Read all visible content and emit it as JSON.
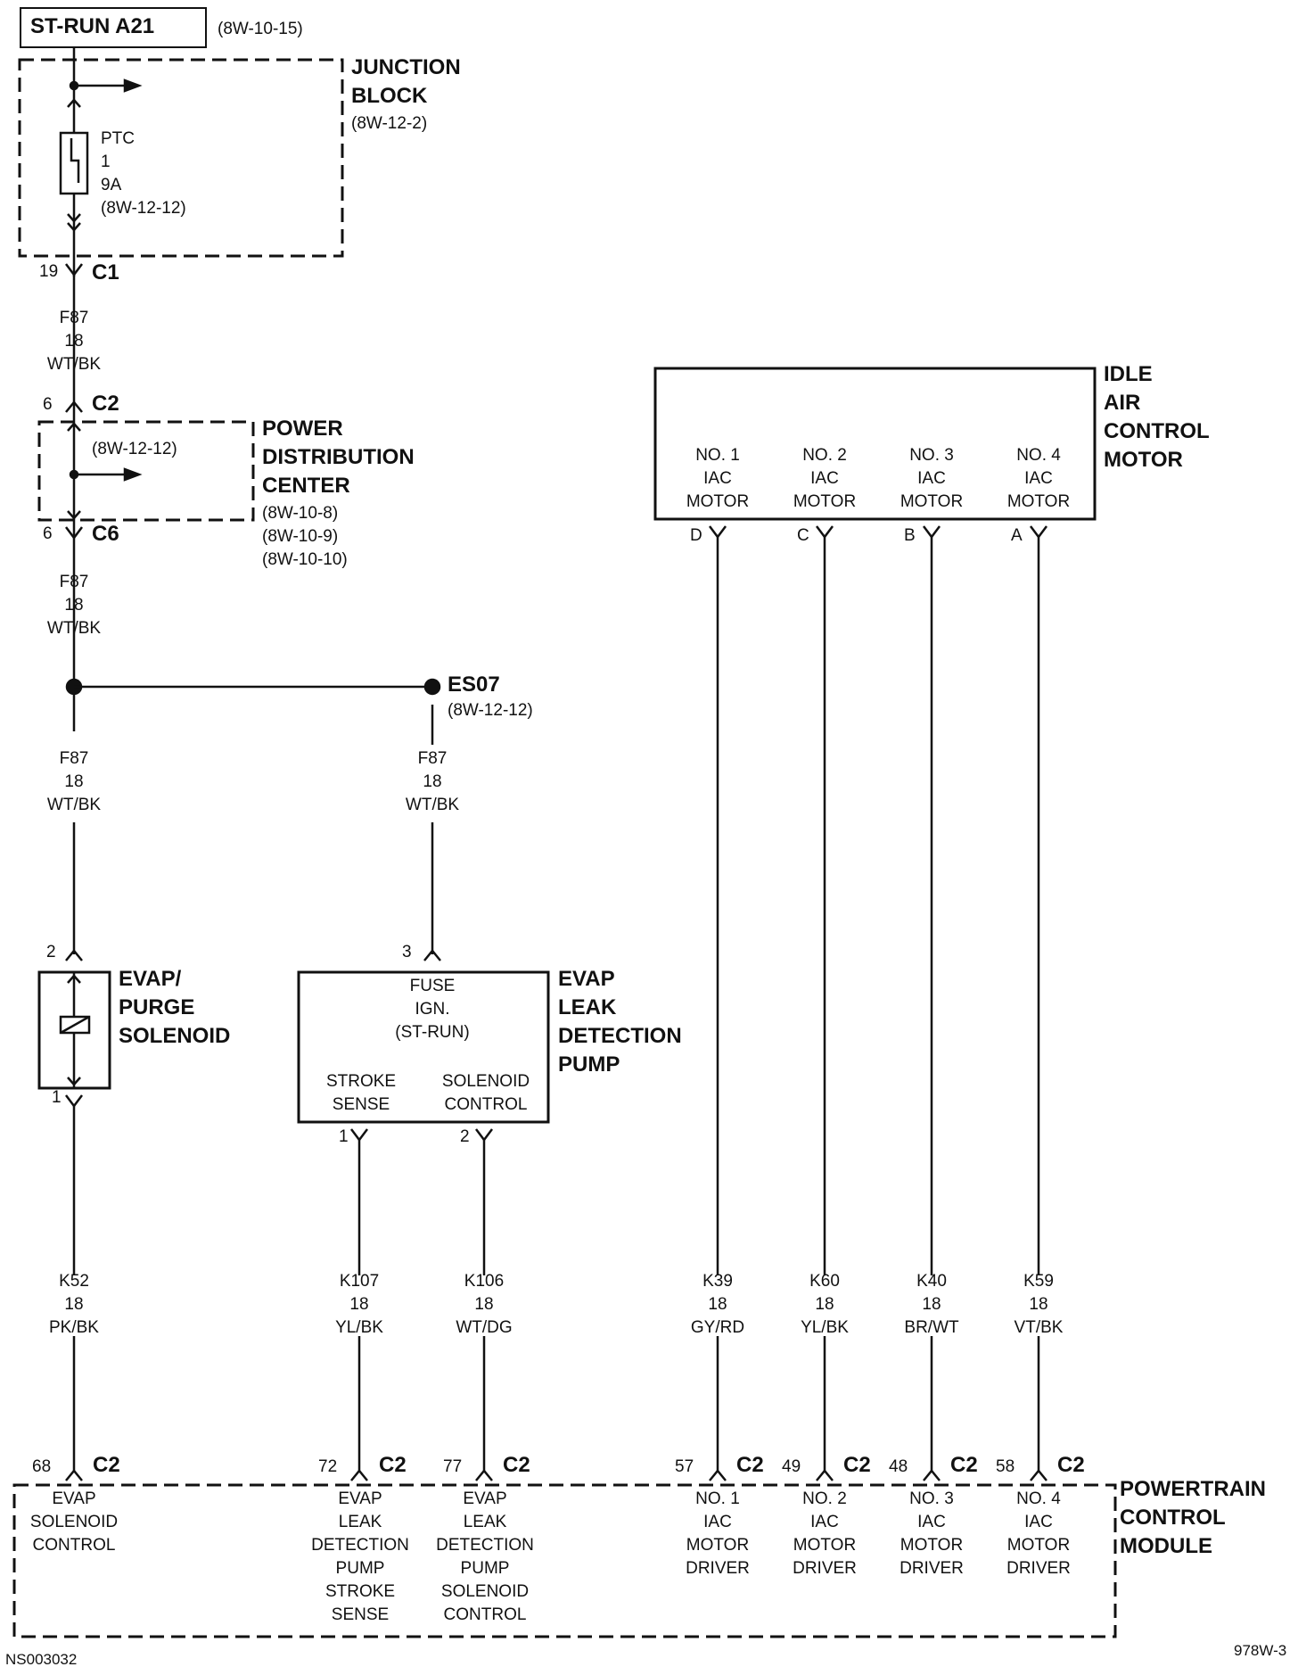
{
  "source": {
    "name": "ST-RUN A21",
    "ref": "(8W-10-15)"
  },
  "junction_block": {
    "title": [
      "JUNCTION",
      "BLOCK"
    ],
    "ref": "(8W-12-2)",
    "ptc": [
      "PTC",
      "1",
      "9A",
      "(8W-12-12)"
    ]
  },
  "c1": {
    "pin": "19",
    "name": "C1"
  },
  "wire_f87": {
    "circuit": "F87",
    "gauge": "18",
    "color": "WT/BK"
  },
  "pdc": {
    "title": [
      "POWER",
      "DISTRIBUTION",
      "CENTER"
    ],
    "refs": [
      "(8W-10-8)",
      "(8W-10-9)",
      "(8W-10-10)"
    ],
    "inner_ref": "(8W-12-12)",
    "c2_pin": "6",
    "c2_name": "C2",
    "c6_pin": "6",
    "c6_name": "C6"
  },
  "splice": {
    "name": "ES07",
    "ref": "(8W-12-12)"
  },
  "purge_solenoid": {
    "title": [
      "EVAP/",
      "PURGE",
      "SOLENOID"
    ],
    "pin_top": "2",
    "pin_bottom": "1"
  },
  "leak_pump": {
    "title": [
      "EVAP",
      "LEAK",
      "DETECTION",
      "PUMP"
    ],
    "fuse_label": [
      "FUSE",
      "IGN.",
      "(ST-RUN)"
    ],
    "pin_top": "3",
    "stroke": [
      "STROKE",
      "SENSE"
    ],
    "solenoid": [
      "SOLENOID",
      "CONTROL"
    ],
    "pin_stroke": "1",
    "pin_solenoid": "2"
  },
  "iac_motor": {
    "title": [
      "IDLE",
      "AIR",
      "CONTROL",
      "MOTOR"
    ],
    "motors": [
      {
        "label": [
          "NO. 1",
          "IAC",
          "MOTOR"
        ],
        "pin": "D"
      },
      {
        "label": [
          "NO. 2",
          "IAC",
          "MOTOR"
        ],
        "pin": "C"
      },
      {
        "label": [
          "NO. 3",
          "IAC",
          "MOTOR"
        ],
        "pin": "B"
      },
      {
        "label": [
          "NO. 4",
          "IAC",
          "MOTOR"
        ],
        "pin": "A"
      }
    ]
  },
  "wires": [
    {
      "circuit": "K52",
      "gauge": "18",
      "color": "PK/BK"
    },
    {
      "circuit": "K107",
      "gauge": "18",
      "color": "YL/BK"
    },
    {
      "circuit": "K106",
      "gauge": "18",
      "color": "WT/DG"
    },
    {
      "circuit": "K39",
      "gauge": "18",
      "color": "GY/RD"
    },
    {
      "circuit": "K60",
      "gauge": "18",
      "color": "YL/BK"
    },
    {
      "circuit": "K40",
      "gauge": "18",
      "color": "BR/WT"
    },
    {
      "circuit": "K59",
      "gauge": "18",
      "color": "VT/BK"
    }
  ],
  "pcm": {
    "title": [
      "POWERTRAIN",
      "CONTROL",
      "MODULE"
    ],
    "pins": [
      {
        "pin": "68",
        "conn": "C2",
        "label": [
          "EVAP",
          "SOLENOID",
          "CONTROL"
        ]
      },
      {
        "pin": "72",
        "conn": "C2",
        "label": [
          "EVAP",
          "LEAK",
          "DETECTION",
          "PUMP",
          "STROKE",
          "SENSE"
        ]
      },
      {
        "pin": "77",
        "conn": "C2",
        "label": [
          "EVAP",
          "LEAK",
          "DETECTION",
          "PUMP",
          "SOLENOID",
          "CONTROL"
        ]
      },
      {
        "pin": "57",
        "conn": "C2",
        "label": [
          "NO. 1",
          "IAC",
          "MOTOR",
          "DRIVER"
        ]
      },
      {
        "pin": "49",
        "conn": "C2",
        "label": [
          "NO. 2",
          "IAC",
          "MOTOR",
          "DRIVER"
        ]
      },
      {
        "pin": "48",
        "conn": "C2",
        "label": [
          "NO. 3",
          "IAC",
          "MOTOR",
          "DRIVER"
        ]
      },
      {
        "pin": "58",
        "conn": "C2",
        "label": [
          "NO. 4",
          "IAC",
          "MOTOR",
          "DRIVER"
        ]
      }
    ]
  },
  "footer": {
    "left": "NS003032",
    "right": "978W-3"
  }
}
